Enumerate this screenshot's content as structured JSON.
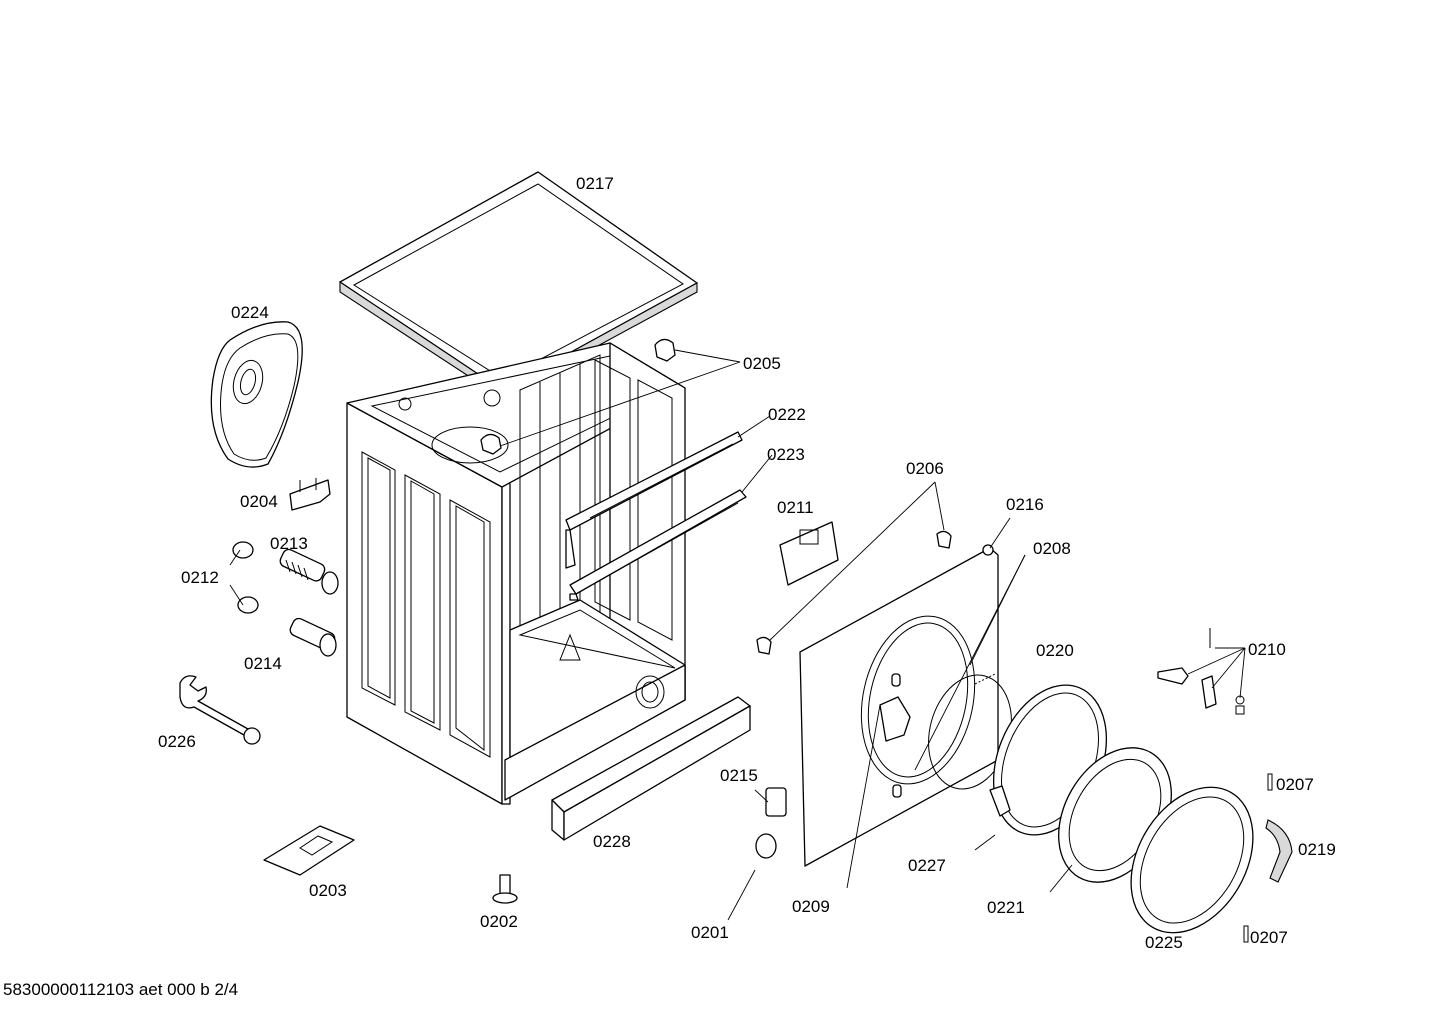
{
  "labels": {
    "l0217": "0217",
    "l0224": "0224",
    "l0205": "0205",
    "l0222": "0222",
    "l0223": "0223",
    "l0206": "0206",
    "l0216": "0216",
    "l0211": "0211",
    "l0208": "0208",
    "l0204": "0204",
    "l0213": "0213",
    "l0212": "0212",
    "l0214": "0214",
    "l0220": "0220",
    "l0210": "0210",
    "l0226": "0226",
    "l0215": "0215",
    "l0207a": "0207",
    "l0228": "0228",
    "l0219": "0219",
    "l0227": "0227",
    "l0203": "0203",
    "l0209": "0209",
    "l0221": "0221",
    "l0202": "0202",
    "l0201": "0201",
    "l0225": "0225",
    "l0207b": "0207"
  },
  "footer": "58300000112103 aet 000 b 2/4"
}
